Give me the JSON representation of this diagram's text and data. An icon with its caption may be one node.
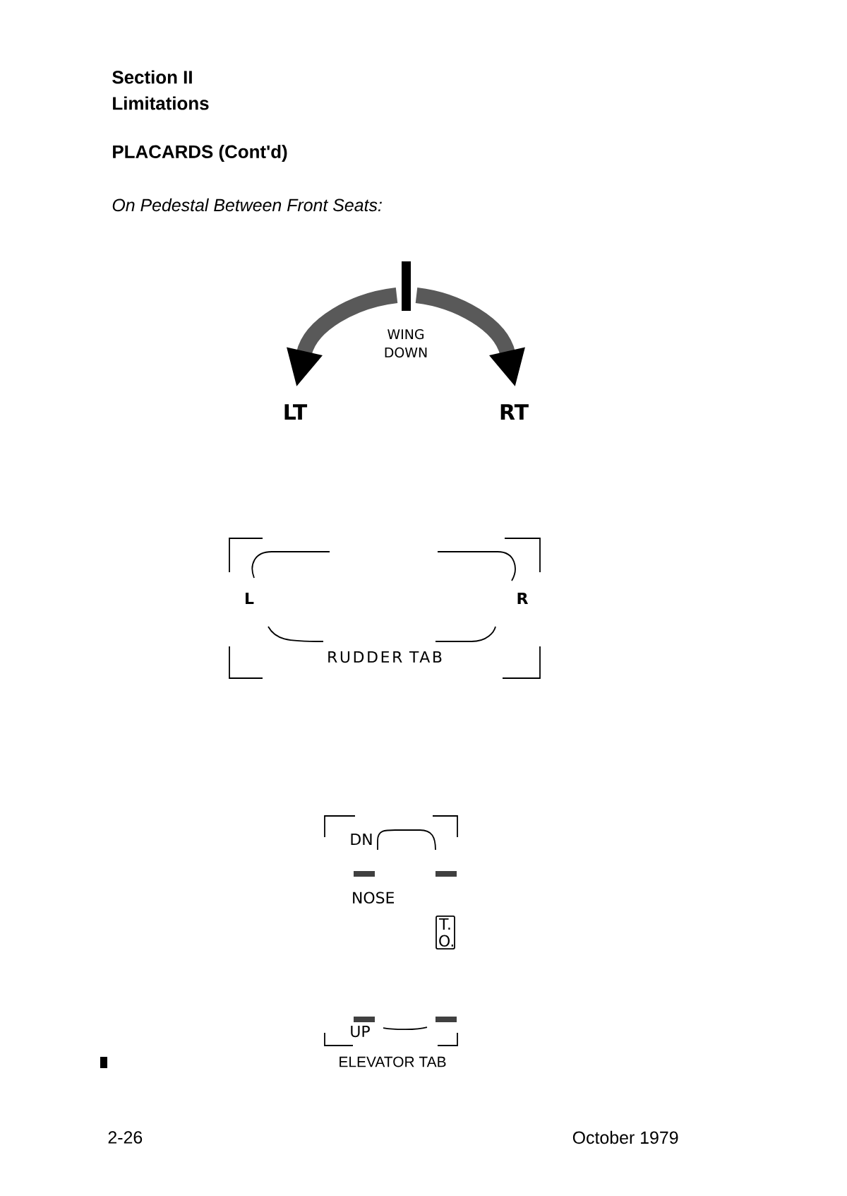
{
  "diagram": {
    "title": "PLACARDS (Cont'd)",
    "nodes": [
      {
        "text": [
          "T. O."
        ]
      }
    ],
    "labels": [
      "Section II",
      "Limitations",
      "On Pedestal Between Front Seats:",
      "WING DOWN",
      "LT",
      "RT",
      "L",
      "R",
      "RUDDER TAB",
      "DN",
      "NOSE",
      "UP",
      "ELEVATOR TAB",
      "2-26",
      "October 1979"
    ]
  }
}
